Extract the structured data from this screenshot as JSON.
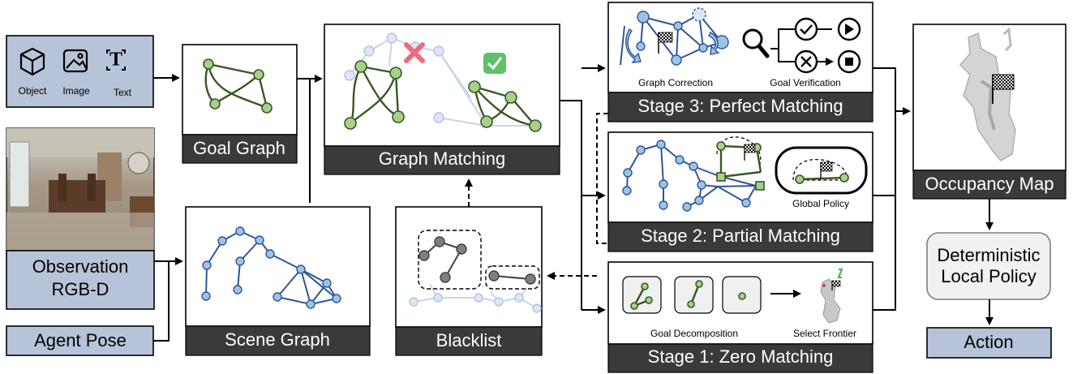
{
  "inputs": {
    "object_label": "Object",
    "image_label": "Image",
    "text_label": "Text",
    "observation_line1": "Observation",
    "observation_line2": "RGB-D",
    "agent_pose": "Agent Pose"
  },
  "modules": {
    "goal_graph": "Goal Graph",
    "graph_matching": "Graph Matching",
    "scene_graph": "Scene Graph",
    "blacklist": "Blacklist",
    "occupancy_map": "Occupancy Map",
    "local_policy_line1": "Deterministic",
    "local_policy_line2": "Local Policy",
    "action": "Action"
  },
  "stages": {
    "stage3": {
      "title": "Stage 3: Perfect Matching",
      "correction": "Graph Correction",
      "verification": "Goal Verification"
    },
    "stage2": {
      "title": "Stage 2: Partial Matching",
      "global_policy": "Global Policy"
    },
    "stage1": {
      "title": "Stage 1: Zero Matching",
      "decomposition": "Goal Decomposition",
      "frontier": "Select Frontier"
    }
  },
  "colors": {
    "goal_node": "#a8d08d",
    "scene_node": "#9dc3e6",
    "label_bar": "#3a3a3a",
    "input_box": "#b7c3d8",
    "match_cross": "#f06a7d",
    "match_check": "#5ec26a"
  },
  "icons": [
    "cube-icon",
    "image-icon",
    "text-icon",
    "magnifier-icon",
    "check-icon",
    "cross-icon",
    "play-icon",
    "stop-icon",
    "checkered-flag-icon",
    "rotate-arrow-icon"
  ]
}
